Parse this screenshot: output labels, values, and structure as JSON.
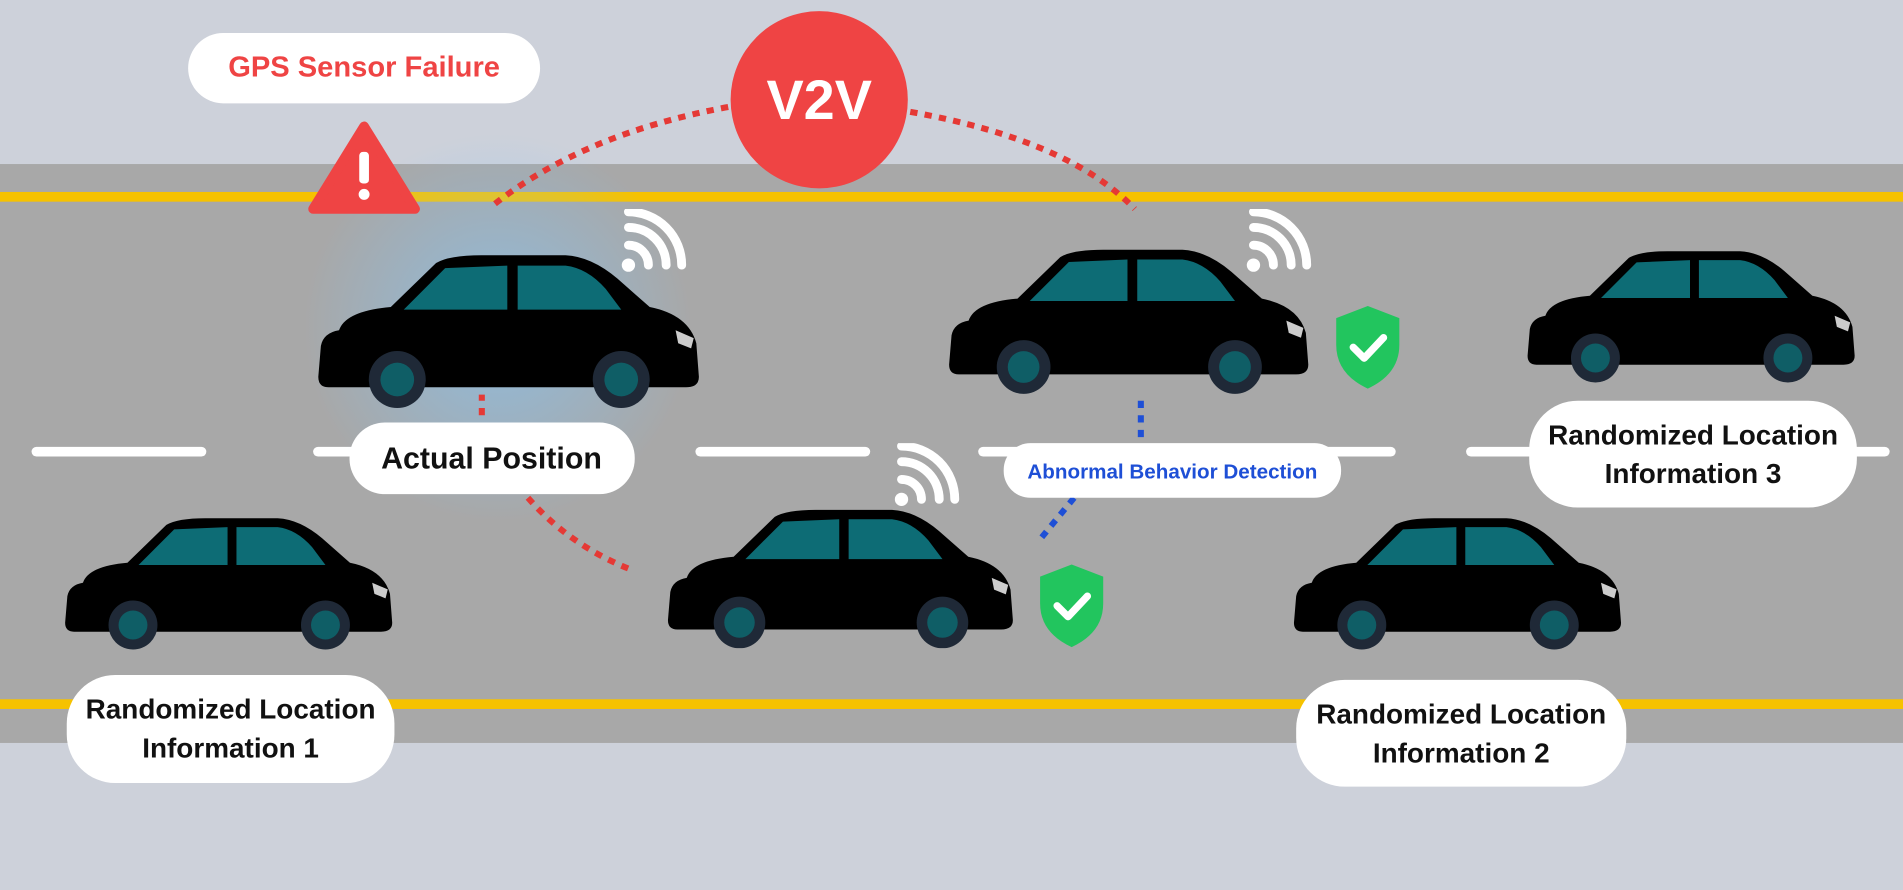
{
  "title_badge": "V2V",
  "alert_label": "GPS Sensor Failure",
  "actual_position_label": "Actual Position",
  "detection_label": "Abnormal Behavior Detection",
  "random_labels": [
    {
      "line1": "Randomized Location",
      "line2": "Information 1"
    },
    {
      "line1": "Randomized Location",
      "line2": "Information 2"
    },
    {
      "line1": "Randomized Location",
      "line2": "Information 3"
    }
  ],
  "colors": {
    "background": "#cdd1da",
    "road": "#a8a8a8",
    "lane_yellow": "#f6c200",
    "alert_red": "#ef4444",
    "detection_blue": "#1e4fd6",
    "shield_green": "#22c55e",
    "car_red": "#f06a6a",
    "car_yellow": "#f5a833",
    "car_blue": "#3a4f9e",
    "car_pink": "#d8909f"
  },
  "icons": [
    "warning-icon",
    "wifi-icon",
    "shield-check-icon"
  ]
}
